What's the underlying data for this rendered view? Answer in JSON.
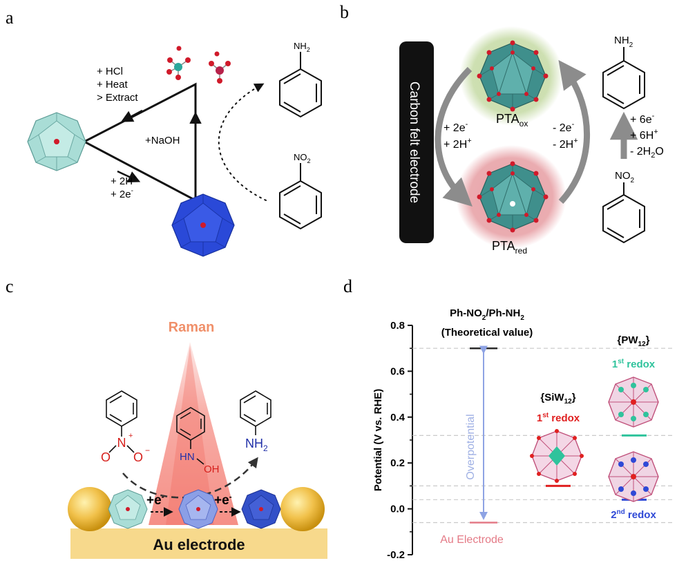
{
  "panels": {
    "a": {
      "letter": "a",
      "conditions": [
        "+ HCl",
        "+ Heat",
        "> Extract"
      ],
      "naoh": "+NaOH",
      "reduction": [
        "+ 2H",
        "+ 2e"
      ],
      "reduction_sup": [
        "+",
        "-"
      ],
      "aniline_group": "NH",
      "aniline_sub": "2",
      "nitro_group": "NO",
      "nitro_sub": "2"
    },
    "b": {
      "letter": "b",
      "electrode": "Carbon felt electrode",
      "pta_ox": "PTA",
      "pta_ox_sub": "ox",
      "pta_red": "PTA",
      "pta_red_sub": "red",
      "left_lines": [
        "+ 2e",
        "+ 2H"
      ],
      "left_sups": [
        "-",
        "+"
      ],
      "right_lines": [
        "- 2e",
        "- 2H"
      ],
      "right_sups": [
        "-",
        "+"
      ],
      "conv_lines": [
        "+ 6e",
        "+ 6H",
        "- 2H"
      ],
      "conv_sups": [
        "-",
        "+",
        ""
      ],
      "conv_water_sub": "2",
      "conv_water_tail": "O",
      "aniline_group": "NH",
      "aniline_sub": "2",
      "nitro_group": "NO",
      "nitro_sub": "2"
    },
    "c": {
      "letter": "c",
      "raman": "Raman",
      "nitro_n": "N",
      "nitro_plus": "+",
      "nitro_o_left": "O",
      "nitro_o_right": "O",
      "nitro_minus": "−",
      "hydroxyl_hn": "HN",
      "hydroxyl_oh": "OH",
      "amine": "NH",
      "amine_sub": "2",
      "electron_step": "+e",
      "electron_sup": "-",
      "electrode": "Au electrode"
    }
  },
  "colors": {
    "cluster_light": "#a9ddd6",
    "cluster_blue": "#2a49d8",
    "cluster_teal": "#3f8f8c",
    "oxygen": "#d01a2a",
    "green_glow": "#c8dca9",
    "red_glow": "#e8a3a8",
    "gray_arrow": "#8c8c8c",
    "electrode_black": "#111111",
    "au_gold": "#f1c14b",
    "au_bar": "#f7d98c",
    "raman_red": "#f26a5e",
    "nitro_red": "#d6201c",
    "amine_blue": "#1f2fa8",
    "overpotential": "#9fb0e4",
    "au_line": "#e47a86",
    "siw_red": "#e02020",
    "pw_green": "#2fc39c",
    "redox2_blue": "#2f49d6"
  },
  "chart_data": {
    "type": "scatter",
    "panel_letter": "d",
    "ylabel": "Potential (V vs. RHE)",
    "ylim": [
      -0.2,
      0.8
    ],
    "yticks": [
      -0.2,
      0.0,
      0.2,
      0.4,
      0.6,
      0.8
    ],
    "ytick_labels": [
      "-0.2",
      "0.0",
      "0.2",
      "0.4",
      "0.6",
      "0.8"
    ],
    "levels": [
      {
        "name": "Ph-NO2/Ph-NH2",
        "value": 0.7,
        "color": "#2b2b2b"
      },
      {
        "name": "Au Electrode",
        "value": -0.06,
        "color": "#e47a86"
      },
      {
        "name": "SiW12 1st redox",
        "value": 0.1,
        "color": "#e02020"
      },
      {
        "name": "PW12 1st redox",
        "value": 0.32,
        "color": "#2fc39c"
      },
      {
        "name": "PW12 2nd redox",
        "value": 0.04,
        "color": "#2f49d6"
      }
    ],
    "guides": [
      0.7,
      0.32,
      0.1,
      0.04,
      -0.06
    ],
    "annotations": {
      "theo_line1": "Ph-NO",
      "theo_sub1": "2",
      "theo_mid": "/Ph-NH",
      "theo_sub2": "2",
      "theo_line2": "(Theoretical value)",
      "overpotential": "Overpotential",
      "au": "Au Electrode",
      "siw_open": "{SiW",
      "siw_sub": "12",
      "siw_close": "}",
      "pw_open": "{PW",
      "pw_sub": "12",
      "pw_close": "}",
      "redox1": "1",
      "redox1_sup": "st",
      "redox1_tail": " redox",
      "redox2": "2",
      "redox2_sup": "nd",
      "redox2_tail": " redox"
    }
  }
}
